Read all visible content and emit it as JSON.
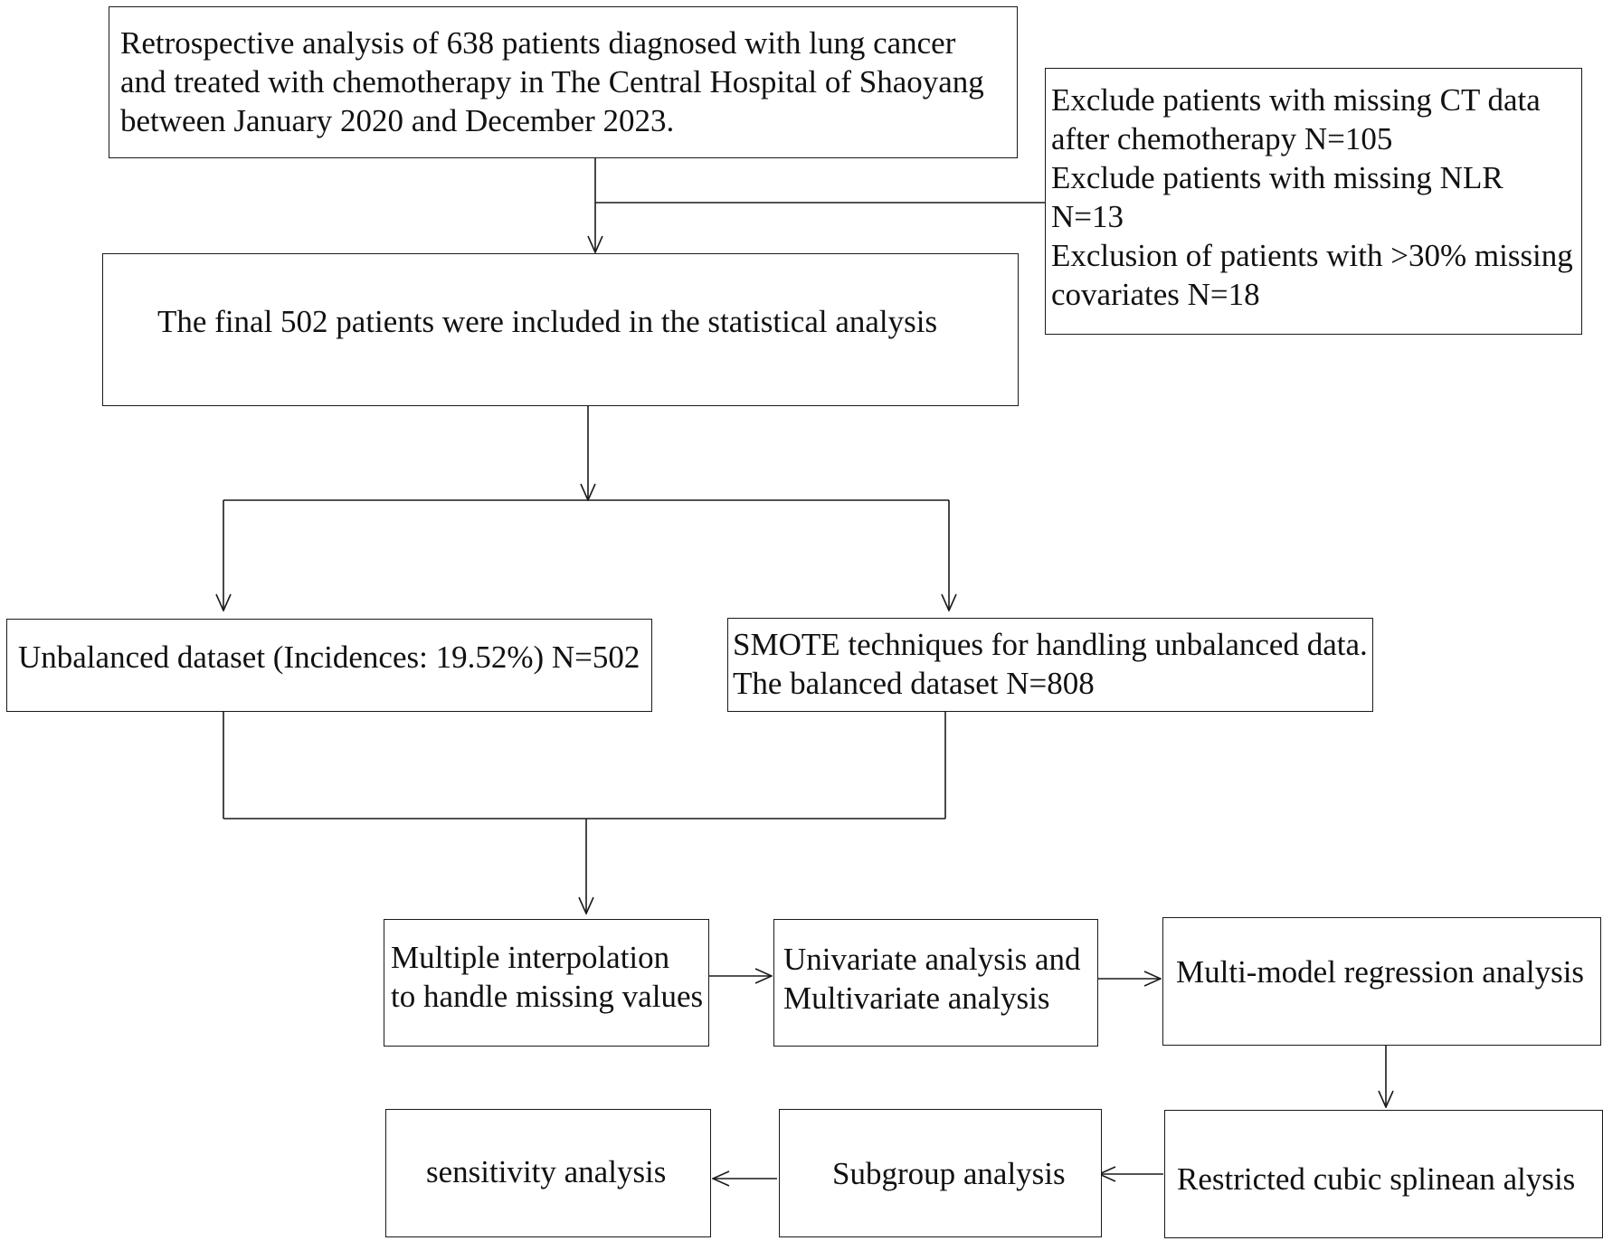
{
  "boxes": {
    "retrospective": {
      "lines": [
        "Retrospective analysis of 638 patients diagnosed with lung cancer",
        "and treated with chemotherapy in The Central Hospital of Shaoyang",
        "between January 2020 and December 2023."
      ]
    },
    "exclusion": {
      "lines": [
        "Exclude patients with missing CT data",
        "after chemotherapy N=105",
        "Exclude patients with missing NLR",
        "N=13",
        "Exclusion of patients with >30% missing",
        "covariates N=18"
      ]
    },
    "final": {
      "text": "The final 502 patients were included in the statistical analysis"
    },
    "unbalanced": {
      "text": "Unbalanced dataset (Incidences: 19.52%) N=502"
    },
    "smote": {
      "lines": [
        "SMOTE techniques for handling unbalanced data.",
        "The balanced dataset N=808"
      ]
    },
    "interpolation": {
      "lines": [
        "Multiple interpolation",
        "to handle missing values"
      ]
    },
    "univariate": {
      "lines": [
        "Univariate analysis and",
        "Multivariate analysis"
      ]
    },
    "multimodel": {
      "text": "Multi-model regression analysis"
    },
    "rcs": {
      "text": "Restricted cubic splinean alysis"
    },
    "subgroup": {
      "text": "Subgroup analysis"
    },
    "sensitivity": {
      "text": "sensitivity analysis"
    }
  }
}
